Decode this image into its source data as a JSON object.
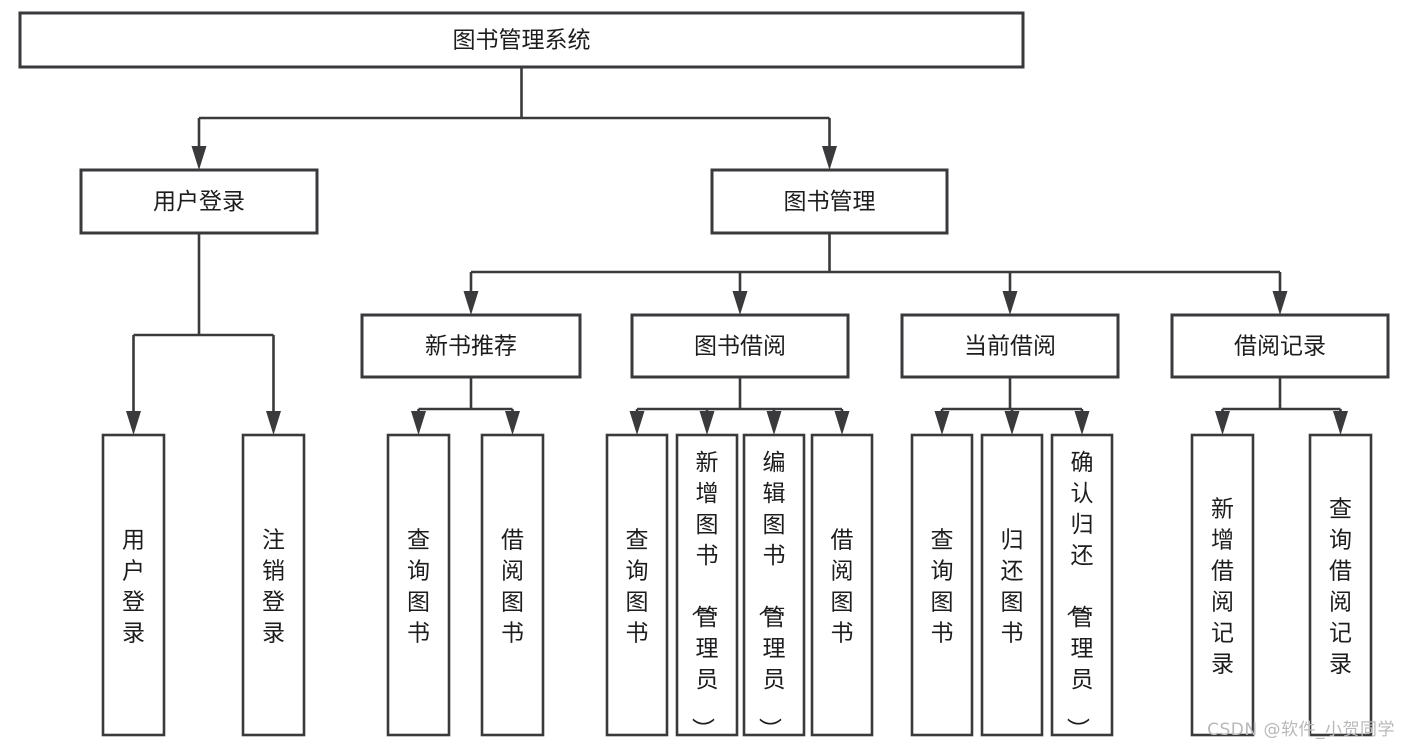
{
  "diagram": {
    "title": "图书管理系统",
    "type": "tree-hierarchy-chart",
    "orientation": "top-down",
    "colors": {
      "box_fill": "#ffffff",
      "box_stroke": "#3a3a3c",
      "text": "#1d1d1f",
      "background": "#ffffff",
      "watermark": "#b9b9bb"
    },
    "nodes": {
      "root": {
        "label": "图书管理系统",
        "level": 0,
        "orientation": "horizontal"
      },
      "user_login": {
        "label": "用户登录",
        "level": 1,
        "orientation": "horizontal"
      },
      "book_manage": {
        "label": "图书管理",
        "level": 1,
        "orientation": "horizontal"
      },
      "new_book_rec": {
        "label": "新书推荐",
        "level": 2,
        "orientation": "horizontal"
      },
      "book_borrow": {
        "label": "图书借阅",
        "level": 2,
        "orientation": "horizontal"
      },
      "current_borrow": {
        "label": "当前借阅",
        "level": 2,
        "orientation": "horizontal"
      },
      "borrow_record": {
        "label": "借阅记录",
        "level": 2,
        "orientation": "horizontal"
      },
      "leaf_user_login": {
        "label": "用户登录",
        "level": 3,
        "orientation": "vertical"
      },
      "leaf_logout": {
        "label": "注销登录",
        "level": 3,
        "orientation": "vertical"
      },
      "leaf_query_book_1": {
        "label": "查询图书",
        "level": 3,
        "orientation": "vertical"
      },
      "leaf_borrow_book_1": {
        "label": "借阅图书",
        "level": 3,
        "orientation": "vertical"
      },
      "leaf_query_book_2": {
        "label": "查询图书",
        "level": 3,
        "orientation": "vertical"
      },
      "leaf_add_book": {
        "label": "新增图书（管理员）",
        "level": 3,
        "orientation": "vertical"
      },
      "leaf_edit_book": {
        "label": "编辑图书（管理员）",
        "level": 3,
        "orientation": "vertical"
      },
      "leaf_borrow_book_2": {
        "label": "借阅图书",
        "level": 3,
        "orientation": "vertical"
      },
      "leaf_query_book_3": {
        "label": "查询图书",
        "level": 3,
        "orientation": "vertical"
      },
      "leaf_return_book": {
        "label": "归还图书",
        "level": 3,
        "orientation": "vertical"
      },
      "leaf_confirm_return": {
        "label": "确认归还（管理员）",
        "level": 3,
        "orientation": "vertical"
      },
      "leaf_add_record": {
        "label": "新增借阅记录",
        "level": 3,
        "orientation": "vertical"
      },
      "leaf_query_record": {
        "label": "查询借阅记录",
        "level": 3,
        "orientation": "vertical"
      }
    },
    "edges": [
      {
        "from": "root",
        "to": "user_login"
      },
      {
        "from": "root",
        "to": "book_manage"
      },
      {
        "from": "user_login",
        "to": "leaf_user_login"
      },
      {
        "from": "user_login",
        "to": "leaf_logout"
      },
      {
        "from": "book_manage",
        "to": "new_book_rec"
      },
      {
        "from": "book_manage",
        "to": "book_borrow"
      },
      {
        "from": "book_manage",
        "to": "current_borrow"
      },
      {
        "from": "book_manage",
        "to": "borrow_record"
      },
      {
        "from": "new_book_rec",
        "to": "leaf_query_book_1"
      },
      {
        "from": "new_book_rec",
        "to": "leaf_borrow_book_1"
      },
      {
        "from": "book_borrow",
        "to": "leaf_query_book_2"
      },
      {
        "from": "book_borrow",
        "to": "leaf_add_book"
      },
      {
        "from": "book_borrow",
        "to": "leaf_edit_book"
      },
      {
        "from": "book_borrow",
        "to": "leaf_borrow_book_2"
      },
      {
        "from": "current_borrow",
        "to": "leaf_query_book_3"
      },
      {
        "from": "current_borrow",
        "to": "leaf_return_book"
      },
      {
        "from": "current_borrow",
        "to": "leaf_confirm_return"
      },
      {
        "from": "borrow_record",
        "to": "leaf_add_record"
      },
      {
        "from": "borrow_record",
        "to": "leaf_query_record"
      }
    ]
  },
  "watermark": {
    "text": "CSDN @软件_小贺同学"
  }
}
